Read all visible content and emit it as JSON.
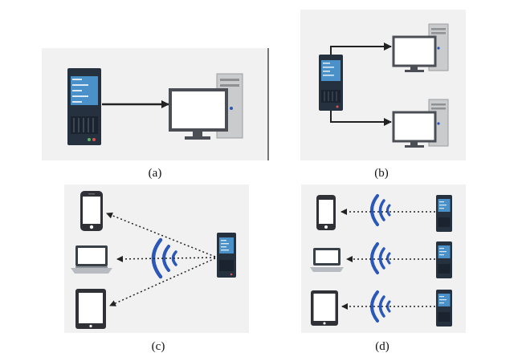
{
  "captions": {
    "a": "(a)",
    "b": "(b)",
    "c": "(c)",
    "d": "(d)"
  },
  "colors": {
    "panel_bg": "#f1f1f1",
    "server_body": "#25313f",
    "server_screen": "#4a91c9",
    "wifi_blue": "#2a57b8",
    "arrow": "#222222",
    "monitor_frame": "#4b4f55",
    "tower_gray": "#c9cbcd",
    "phone_dark": "#2f3136"
  },
  "diagrams": [
    {
      "panel": "a",
      "type": "wired-one-to-one",
      "server_count": 1,
      "client_devices": [
        "desktop-computer"
      ],
      "link": "solid-arrow"
    },
    {
      "panel": "b",
      "type": "wired-one-to-many",
      "server_count": 1,
      "client_devices": [
        "desktop-computer",
        "desktop-computer"
      ],
      "link": "solid-arrow"
    },
    {
      "panel": "c",
      "type": "wireless-one-to-many",
      "server_count": 1,
      "client_devices": [
        "smartphone",
        "laptop",
        "tablet"
      ],
      "link": "dotted-arrow"
    },
    {
      "panel": "d",
      "type": "wireless-one-to-one-each",
      "server_count": 3,
      "client_devices": [
        "smartphone",
        "laptop",
        "tablet"
      ],
      "link": "dotted-arrow"
    }
  ]
}
